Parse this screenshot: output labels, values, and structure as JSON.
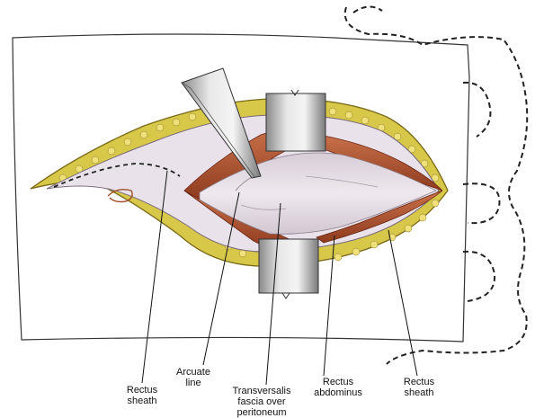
{
  "labels": {
    "rectus_sheath_left": "Rectus\nsheath",
    "arcuate_line": "Arcuate\nline",
    "transversalis": "Transversalis\nfascia over\nperitoneum",
    "rectus_abdominus": "Rectus\nabdominus",
    "rectus_sheath_right": "Rectus\nsheath"
  },
  "colors": {
    "fat": "#d8c84a",
    "fat_dark": "#7a6a18",
    "muscle": "#b8603a",
    "muscle_dark": "#7a2e16",
    "fascia": "#e6dfe6",
    "fascia_shadow": "#b9aebb",
    "retractor": "#c9c9c9",
    "drape_line": "#444444"
  }
}
